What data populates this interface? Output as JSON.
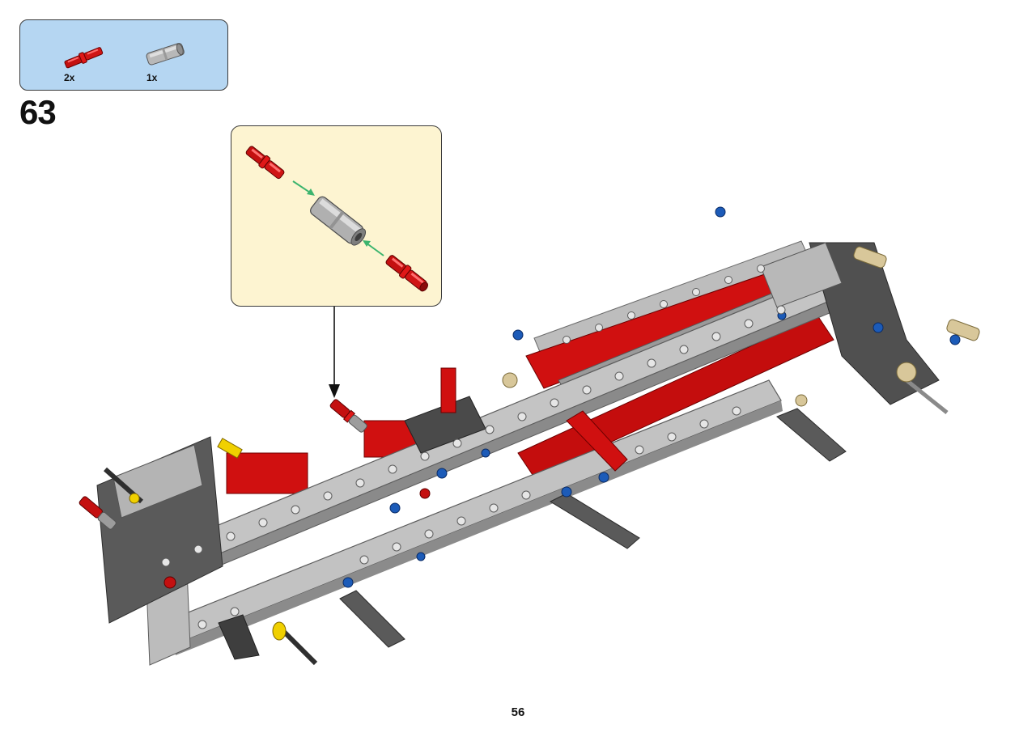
{
  "parts_list": {
    "items": [
      {
        "icon": "red-axle-pin-icon",
        "quantity": "2x"
      },
      {
        "icon": "grey-pin-connector-icon",
        "quantity": "1x"
      }
    ]
  },
  "step": {
    "number": "63"
  },
  "page": {
    "number": "56"
  },
  "colors": {
    "parts_panel": "#b5d6f2",
    "callout_panel": "#fdf4d1",
    "beam_grey": "#c2c2c2",
    "dark_grey": "#4a4a4a",
    "accent_red": "#d01010",
    "pin_blue": "#1c5bb8",
    "gear_tan": "#d8c79a",
    "guide_arrow_green": "#3cb46e"
  }
}
